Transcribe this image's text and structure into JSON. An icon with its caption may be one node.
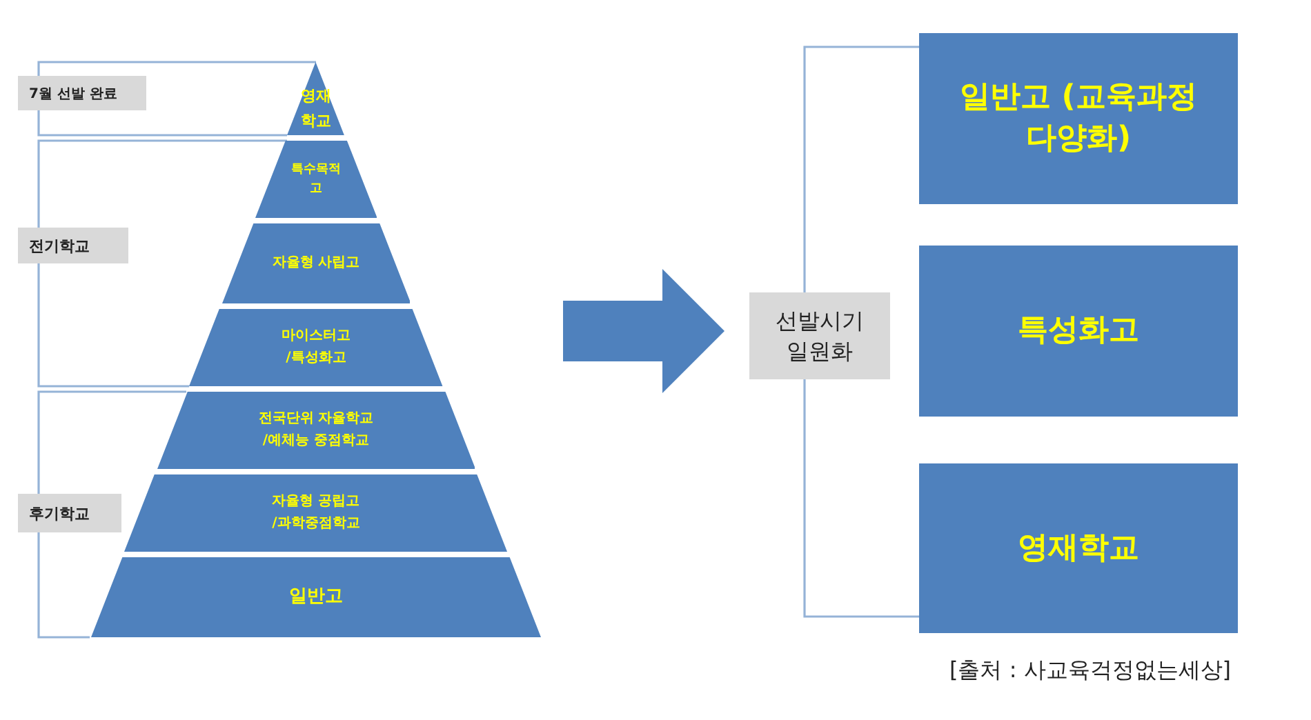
{
  "diagram": {
    "nodes": [
      {
        "text": [
          "7월 선발 완료"
        ]
      },
      {
        "text": [
          "전기학교"
        ]
      },
      {
        "text": [
          "후기학교"
        ]
      },
      {
        "text": [
          "영재학교"
        ]
      },
      {
        "text": [
          "특수목적고"
        ]
      },
      {
        "text": [
          "자율형 사립고"
        ]
      },
      {
        "text": [
          "마이스터고 /특성화고"
        ]
      },
      {
        "text": [
          "전국단위 자율학교 /예체능 중점학교"
        ]
      },
      {
        "text": [
          "자율형 공립고 /과학중점학교"
        ]
      },
      {
        "text": [
          "일반고"
        ]
      },
      {
        "text": [
          "선발시기 일원화"
        ]
      },
      {
        "text": [
          "일반고 (교육과정 다양화)"
        ]
      },
      {
        "text": [
          "특성화고"
        ]
      },
      {
        "text": [
          "영재학교"
        ]
      }
    ],
    "edges": [
      {
        "from": null,
        "to": 10,
        "arrow": "to",
        "style": "thick"
      }
    ],
    "labels": [
      "[출처 : 사교육걱정없는세상]"
    ]
  }
}
